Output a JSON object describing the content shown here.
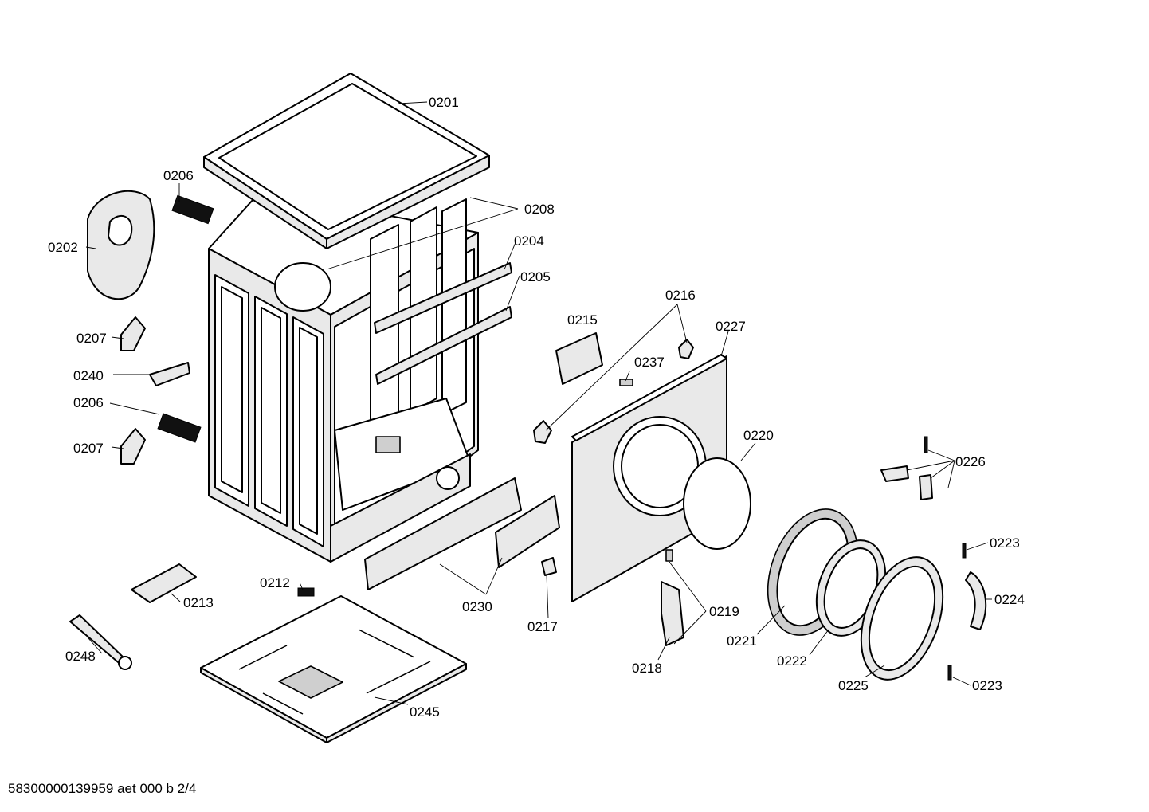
{
  "parts": [
    {
      "id": "p0201",
      "label": "0201"
    },
    {
      "id": "p0206a",
      "label": "0206"
    },
    {
      "id": "p0208",
      "label": "0208"
    },
    {
      "id": "p0204",
      "label": "0204"
    },
    {
      "id": "p0202",
      "label": "0202"
    },
    {
      "id": "p0205",
      "label": "0205"
    },
    {
      "id": "p0216",
      "label": "0216"
    },
    {
      "id": "p0215",
      "label": "0215"
    },
    {
      "id": "p0227",
      "label": "0227"
    },
    {
      "id": "p0207a",
      "label": "0207"
    },
    {
      "id": "p0237",
      "label": "0237"
    },
    {
      "id": "p0240",
      "label": "0240"
    },
    {
      "id": "p0206b",
      "label": "0206"
    },
    {
      "id": "p0220",
      "label": "0220"
    },
    {
      "id": "p0207b",
      "label": "0207"
    },
    {
      "id": "p0226",
      "label": "0226"
    },
    {
      "id": "p0223a",
      "label": "0223"
    },
    {
      "id": "p0212",
      "label": "0212"
    },
    {
      "id": "p0224",
      "label": "0224"
    },
    {
      "id": "p0213",
      "label": "0213"
    },
    {
      "id": "p0230",
      "label": "0230"
    },
    {
      "id": "p0219",
      "label": "0219"
    },
    {
      "id": "p0217",
      "label": "0217"
    },
    {
      "id": "p0221",
      "label": "0221"
    },
    {
      "id": "p0248",
      "label": "0248"
    },
    {
      "id": "p0222",
      "label": "0222"
    },
    {
      "id": "p0218",
      "label": "0218"
    },
    {
      "id": "p0225",
      "label": "0225"
    },
    {
      "id": "p0223b",
      "label": "0223"
    },
    {
      "id": "p0245",
      "label": "0245"
    }
  ],
  "footer": "58300000139959 aet 000 b 2/4"
}
